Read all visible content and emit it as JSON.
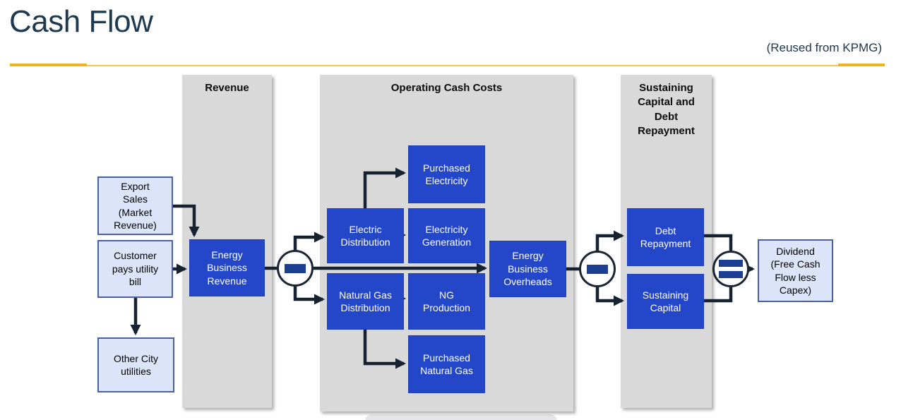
{
  "header": {
    "title": "Cash Flow",
    "attribution": "(Reused from KPMG)"
  },
  "panels": {
    "revenue": {
      "title": "Revenue"
    },
    "operating": {
      "title": "Operating Cash Costs"
    },
    "sustaining": {
      "title": "Sustaining\nCapital and\nDebt\nRepayment"
    }
  },
  "nodes": {
    "export_sales": {
      "label": "Export\nSales\n(Market\nRevenue)"
    },
    "customer_pays": {
      "label": "Customer\npays utility\nbill"
    },
    "other_city": {
      "label": "Other City\nutilities"
    },
    "energy_business_revenue": {
      "label": "Energy\nBusiness\nRevenue"
    },
    "purchased_electricity": {
      "label": "Purchased\nElectricity"
    },
    "electric_distribution": {
      "label": "Electric\nDistribution"
    },
    "electricity_generation": {
      "label": "Electricity\nGeneration"
    },
    "natural_gas_distribution": {
      "label": "Natural Gas\nDistribution"
    },
    "ng_production": {
      "label": "NG\nProduction"
    },
    "purchased_natural_gas": {
      "label": "Purchased\nNatural Gas"
    },
    "energy_business_overheads": {
      "label": "Energy\nBusiness\nOverheads"
    },
    "debt_repayment": {
      "label": "Debt\nRepayment"
    },
    "sustaining_capital": {
      "label": "Sustaining\nCapital"
    },
    "dividend": {
      "label": "Dividend\n(Free Cash\nFlow less\nCapex)"
    }
  },
  "operators": {
    "first": "minus",
    "second": "minus",
    "third": "equals"
  },
  "colors": {
    "accent_gold": "#EFB321",
    "box_blue": "#2446C8",
    "box_light_blue": "#DBE4F8",
    "box_light_border": "#4A5FA5",
    "panel_gray": "#D9D9D9",
    "connector_navy": "#16222F",
    "operator_blue": "#1B3E91",
    "title_navy": "#1D3A50"
  }
}
